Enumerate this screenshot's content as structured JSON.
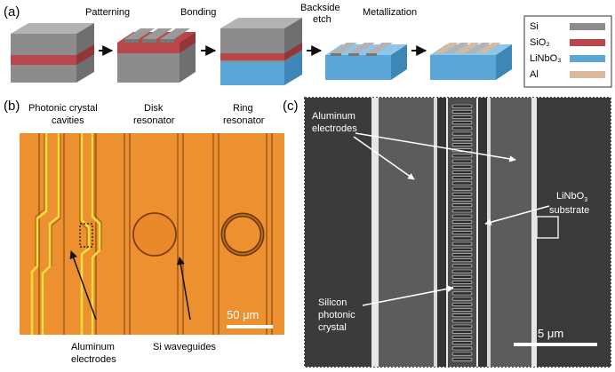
{
  "panel_a": {
    "label": "(a)",
    "steps": [
      "Patterning",
      "Bonding",
      "Backside\netch",
      "Metallization"
    ],
    "legend": [
      {
        "name": "Si",
        "color": "#8c8c8c"
      },
      {
        "name": "SiO₂",
        "color": "#b8474b"
      },
      {
        "name": "LiNbO₃",
        "color": "#5aa6d6"
      },
      {
        "name": "Al",
        "color": "#d9b99b"
      }
    ]
  },
  "panel_b": {
    "label": "(b)",
    "headers": [
      "Photonic crystal\ncavities",
      "Disk\nresonator",
      "Ring\nresonator"
    ],
    "scale_bar": "50 μm",
    "annotations": [
      "Aluminum\nelectrodes",
      "Si waveguides"
    ]
  },
  "panel_c": {
    "label": "(c)",
    "annotations": [
      "Aluminum\nelectrodes",
      "LiNbO₃\nsubstrate",
      "Silicon\nphotonic\ncrystal"
    ],
    "scale_bar": "5 μm"
  }
}
